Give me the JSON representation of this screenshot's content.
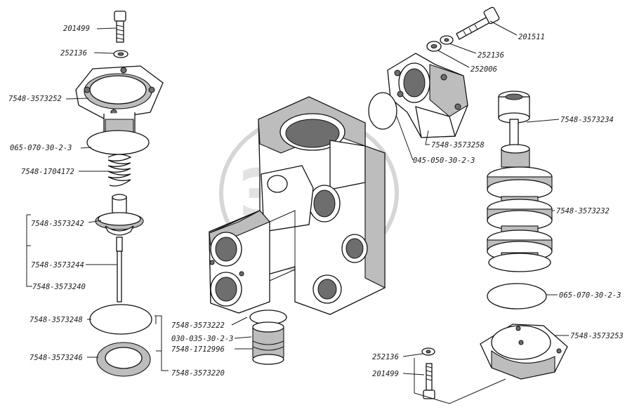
{
  "labels": {
    "bolt_top_left": "201499",
    "washer_top_left": "252136",
    "cover_left": "7548-3573252",
    "oring_left": "065-070-30-2-3",
    "spring": "7548-1704172",
    "valve_head": "7548-3573242",
    "valve_stem": "7548-3573244",
    "valve_assembly": "7548-3573240",
    "oring_lower_left": "7548-3573248",
    "washer_ring": "7548-3573246",
    "bushing_assembly": "7548-3573220",
    "body": "7548-3573222",
    "oring_bushing": "030-035-30-2-3",
    "bushing": "7548-1712996",
    "bolt_top_right": "201511",
    "washer_top_right": "252136",
    "lock_washer_top_right": "252006",
    "elbow_flange": "7548-3573258",
    "oring_elbow": "045-050-30-2-3",
    "spool_rod": "7548-3573234",
    "spool": "7548-3573232",
    "oring_right": "065-070-30-2-3",
    "cover_right": "7548-3573253",
    "washer_bottom": "252136",
    "bolt_bottom": "201499"
  },
  "watermark": {
    "letters": "ЭФ"
  }
}
